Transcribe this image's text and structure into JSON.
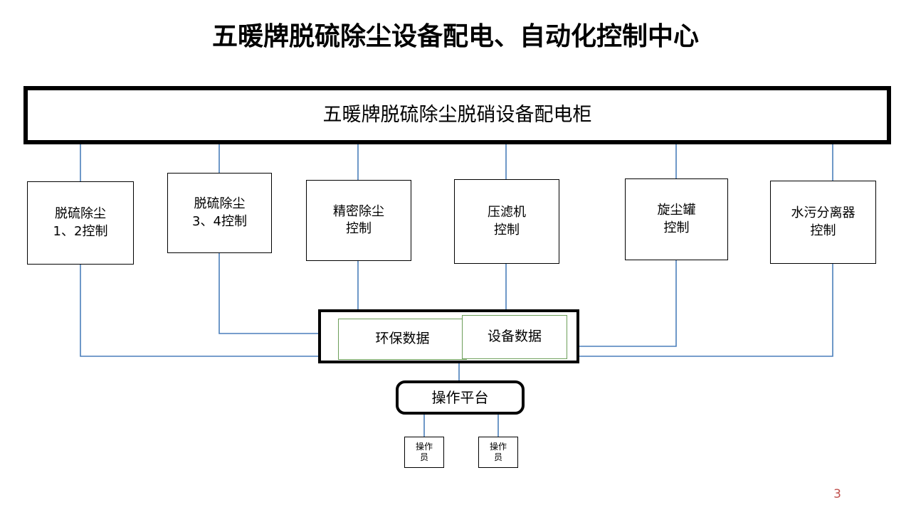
{
  "page": {
    "title": "五暖牌脱硫除尘设备配电、自动化控制中心",
    "page_number": "3",
    "accent_color": "#c0504d",
    "wire_color": "#4a7ebb",
    "chip_border_color": "#6c9e59"
  },
  "main_cabinet": {
    "label": "五暖牌脱硫除尘脱硝设备配电柜"
  },
  "controls": [
    {
      "label": "脱硫除尘\n1、2控制"
    },
    {
      "label": "脱硫除尘\n3、4控制"
    },
    {
      "label": "精密除尘\n控制"
    },
    {
      "label": "压滤机\n控制"
    },
    {
      "label": "旋尘罐\n控制"
    },
    {
      "label": "水污分离器\n控制"
    }
  ],
  "data_group": {
    "chips": [
      {
        "label": "环保数据"
      },
      {
        "label": "设备数据"
      }
    ]
  },
  "platform": {
    "label": "操作平台"
  },
  "operators": [
    {
      "label": "操作\n员"
    },
    {
      "label": "操作\n员"
    }
  ]
}
